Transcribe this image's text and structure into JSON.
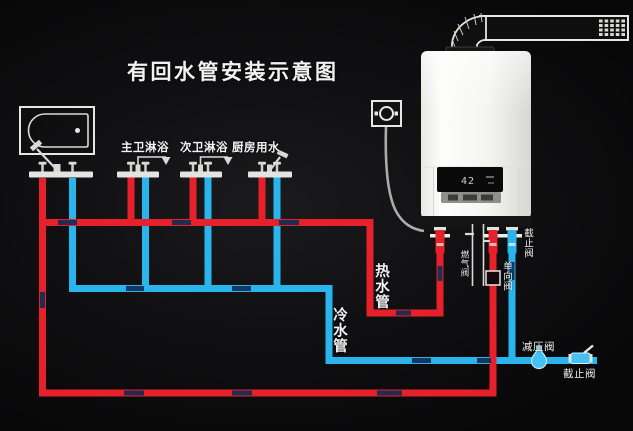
{
  "title": "有回水管安装示意图",
  "colors": {
    "hot": "#e7212b",
    "cold": "#2ab4ee",
    "connector": "#142c55",
    "text": "#f2f2f2",
    "background": "#0b0b0d",
    "heater_body": "#f2f2ef"
  },
  "fixtures": {
    "labels": [
      "主卫淋浴",
      "次卫淋浴",
      "厨房用水"
    ]
  },
  "pipes": {
    "hot_label": "热水管",
    "cold_label": "冷水管"
  },
  "valves": {
    "heater_cold_inlet_stop": "截止阀",
    "check_valve": "单向阀",
    "gas_valve": "燃气阀",
    "pressure_reducing": "减压阀",
    "mains_stop": "截止阀"
  },
  "heater": {
    "display_value": "42"
  },
  "icons": {
    "bathtub": "bathtub-icon",
    "shower_fixture": "shower-fixture-icon",
    "kitchen_faucet": "kitchen-faucet-icon",
    "water_heater": "water-heater-unit",
    "gas_meter": "gas-meter-icon",
    "exhaust_duct": "exhaust-duct-icon",
    "flue_terminal": "flue-terminal-grid-icon"
  }
}
